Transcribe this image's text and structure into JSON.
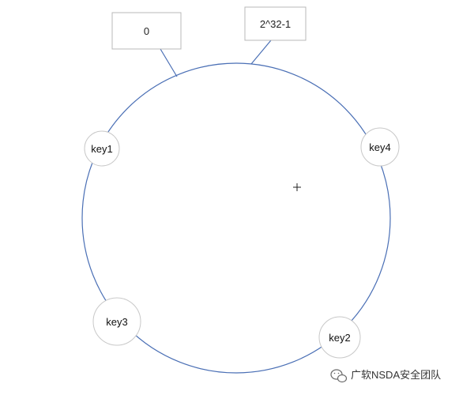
{
  "diagram": {
    "ring_color": "#4a6fb5",
    "box_border_color": "#b8b8b8",
    "node_border_color": "#c8c8c8",
    "boxes": {
      "start": {
        "label": "0"
      },
      "end": {
        "label": "2^32-1"
      }
    },
    "nodes": {
      "key1": {
        "label": "key1"
      },
      "key2": {
        "label": "key2"
      },
      "key3": {
        "label": "key3"
      },
      "key4": {
        "label": "key4"
      }
    },
    "center_marker_icon": "crosshair-icon"
  },
  "watermark": {
    "icon": "wechat-icon",
    "text": "广软NSDA安全团队"
  }
}
